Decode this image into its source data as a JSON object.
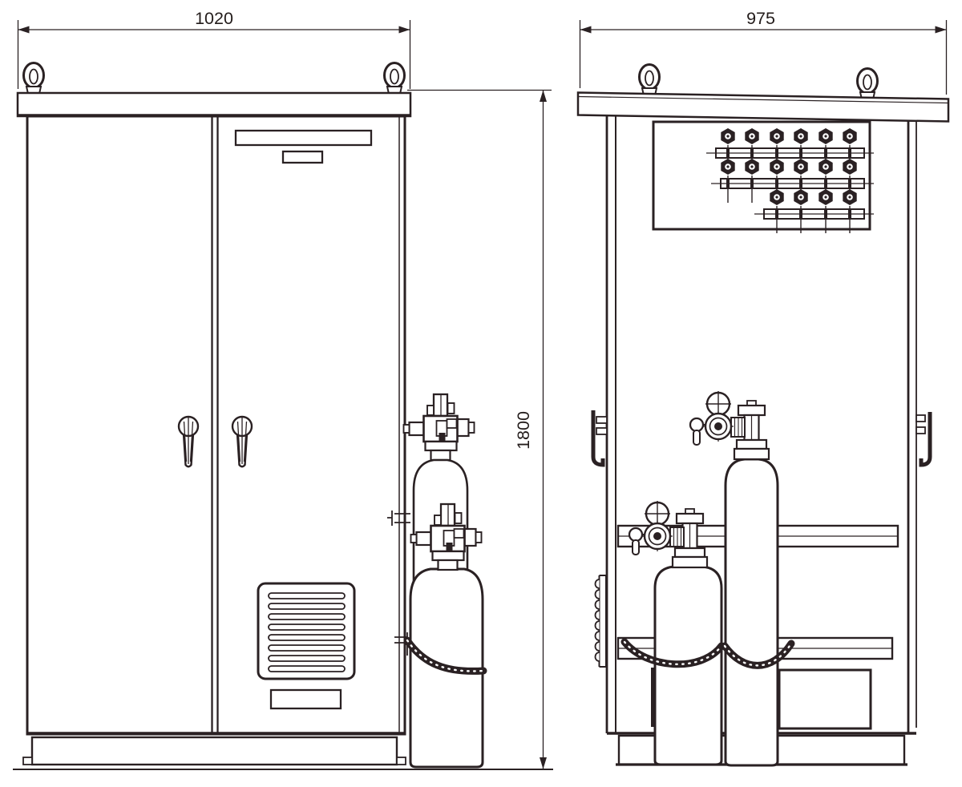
{
  "drawing": {
    "views": {
      "front": {
        "label_width": "1020",
        "label_height": "1800"
      },
      "side": {
        "label_width": "975"
      }
    }
  }
}
